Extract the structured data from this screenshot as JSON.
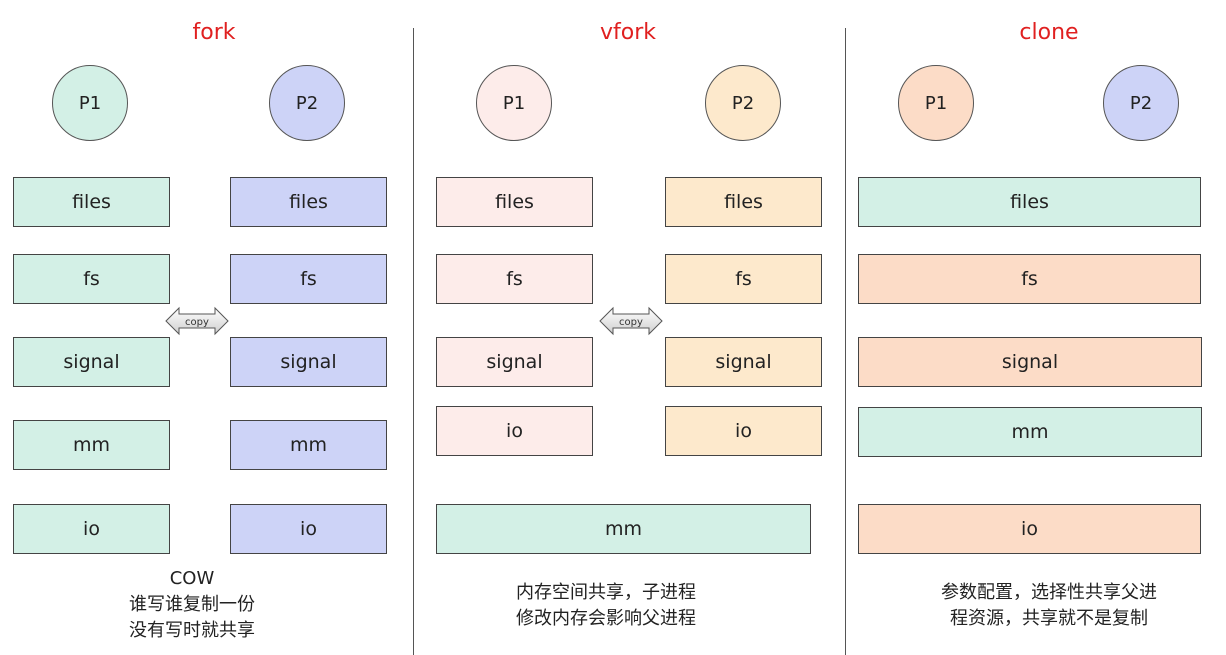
{
  "sections": {
    "fork": {
      "title": "fork",
      "p1": "P1",
      "p2": "P2",
      "left_boxes": [
        "files",
        "fs",
        "signal",
        "mm",
        "io"
      ],
      "right_boxes": [
        "files",
        "fs",
        "signal",
        "mm",
        "io"
      ],
      "copy_label": "copy",
      "caption": [
        "COW",
        "谁写谁复制一份",
        "没有写时就共享"
      ]
    },
    "vfork": {
      "title": "vfork",
      "p1": "P1",
      "p2": "P2",
      "left_boxes": [
        "files",
        "fs",
        "signal",
        "io"
      ],
      "right_boxes": [
        "files",
        "fs",
        "signal",
        "io"
      ],
      "shared_box": "mm",
      "copy_label": "copy",
      "caption": [
        "内存空间共享，子进程",
        "修改内存会影响父进程"
      ]
    },
    "clone": {
      "title": "clone",
      "p1": "P1",
      "p2": "P2",
      "boxes": [
        "files",
        "fs",
        "signal",
        "mm",
        "io"
      ],
      "caption": [
        "参数配置，选择性共享父进",
        "程资源，共享就不是复制"
      ]
    }
  },
  "colors": {
    "title": "#e02020",
    "green": "#d3f0e6",
    "blue": "#cdd3f7",
    "pink": "#fdecea",
    "cream": "#fde9cc",
    "salmon": "#fcdcc7"
  }
}
